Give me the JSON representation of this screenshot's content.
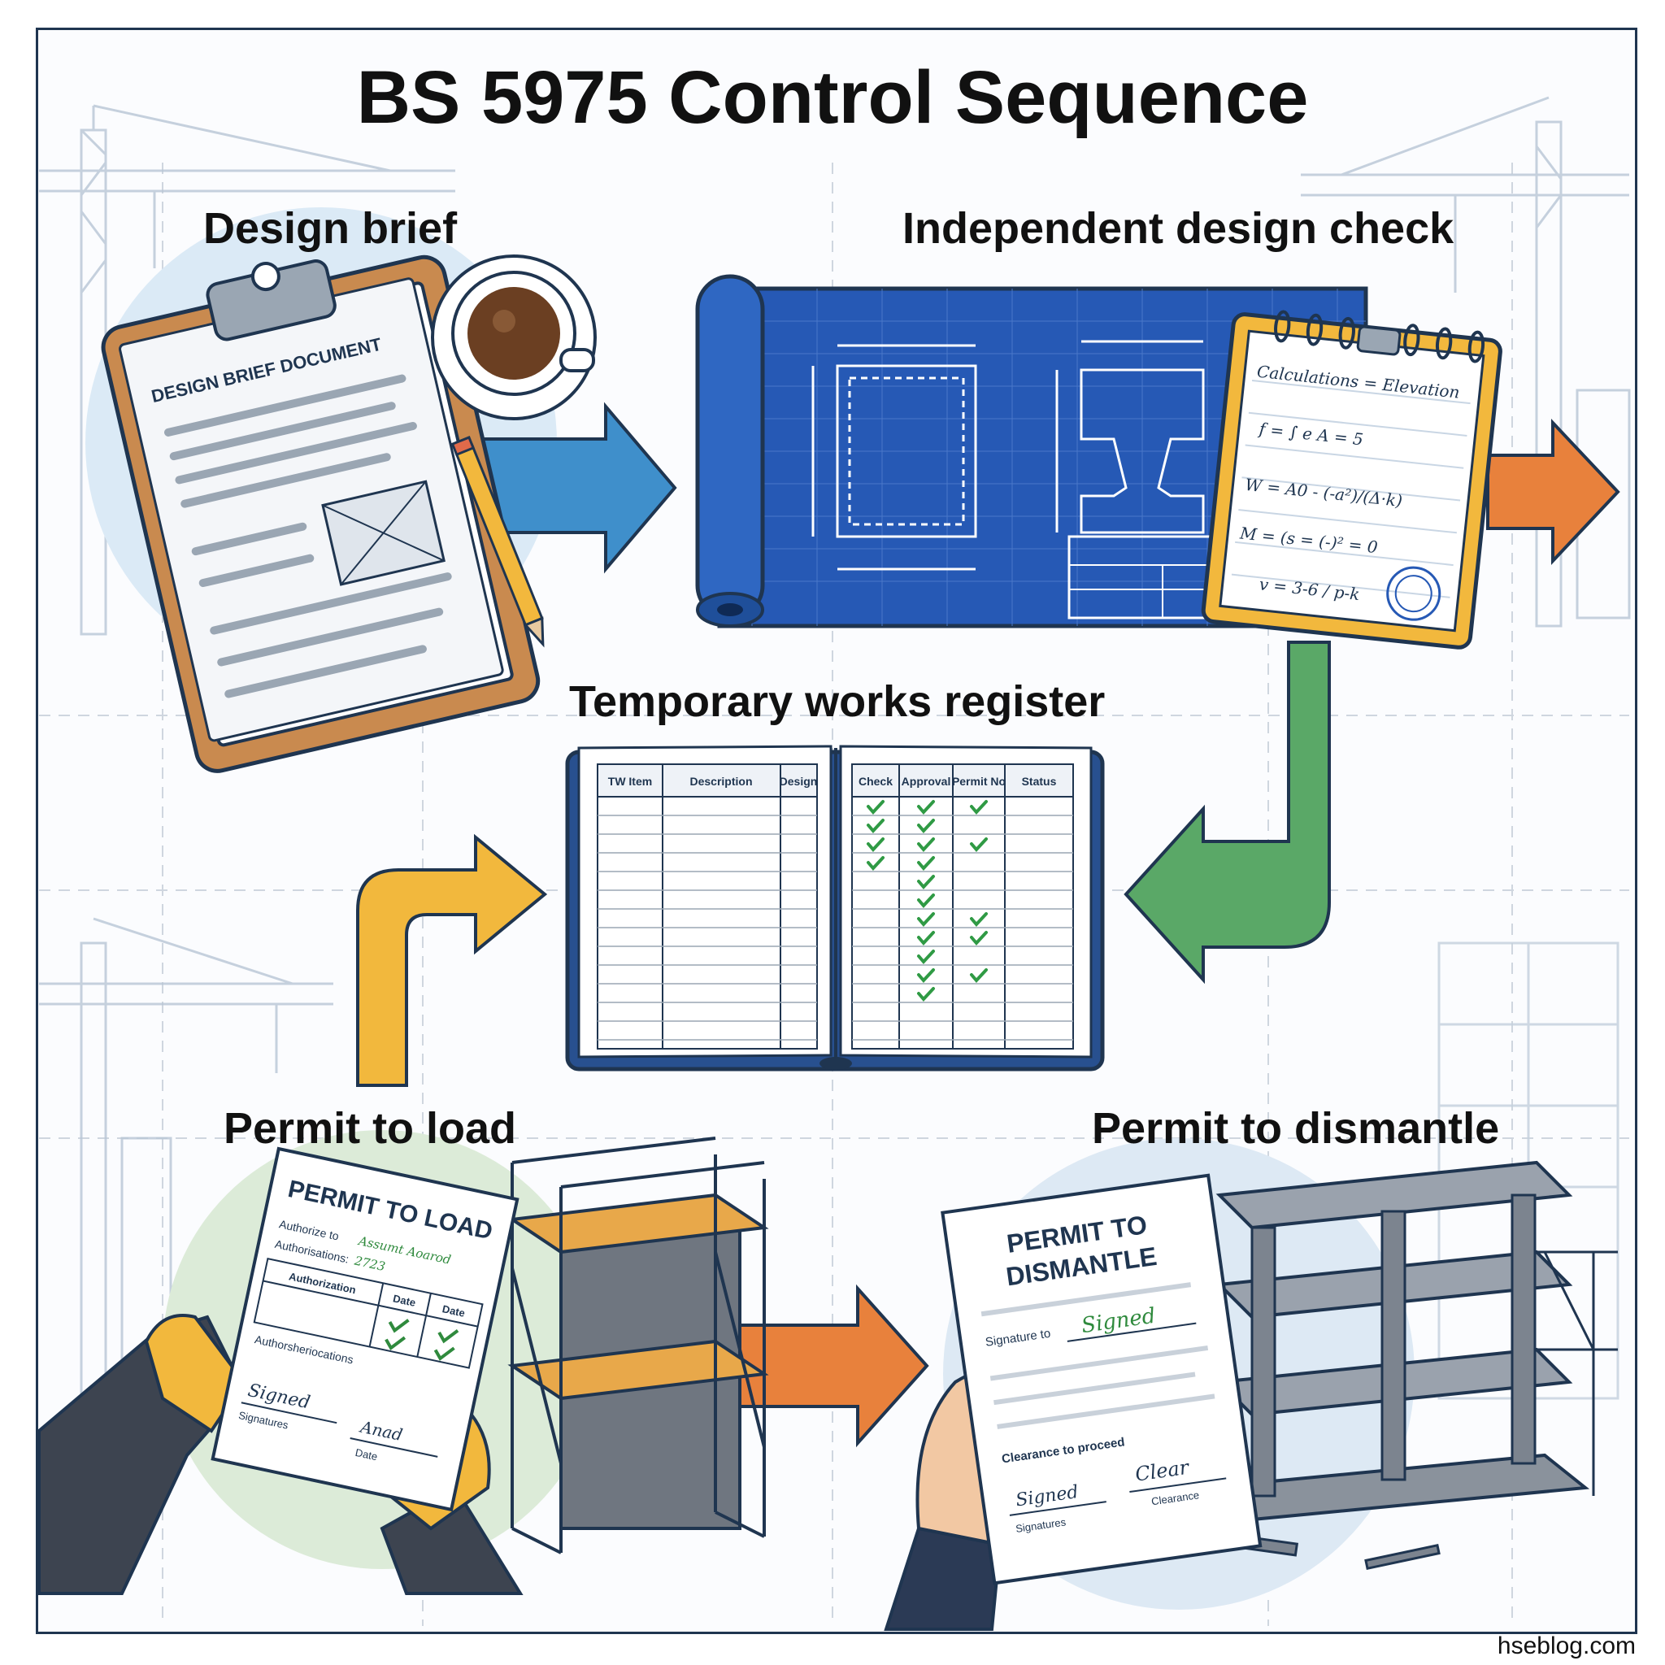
{
  "title": "BS 5975 Control Sequence",
  "steps": {
    "design_brief": "Design brief",
    "design_check": "Independent design check",
    "register": "Temporary works register",
    "permit_load": "Permit to load",
    "permit_dismantle": "Permit to dismantle"
  },
  "design_doc": {
    "heading": "DESIGN BRIEF DOCUMENT"
  },
  "notepad": {
    "line1": "Calculations = Elevation",
    "line2": "f = ∫ e A = 5",
    "line3": "W = A0 - (-a²)/(Δ·k)",
    "line4": "M = (s = (-)² = 0",
    "line5": "v = 3-6 / p-k"
  },
  "register_table": {
    "left_headers": [
      "TW Item",
      "Description",
      "Design"
    ],
    "right_headers": [
      "Check",
      "Approval",
      "Permit No",
      "Status"
    ],
    "check_ticks": [
      1,
      1,
      1,
      1,
      0,
      0,
      0,
      0,
      0,
      0,
      0
    ],
    "approval_ticks": [
      1,
      1,
      1,
      1,
      1,
      1,
      1,
      1,
      1,
      1,
      1
    ],
    "permit_ticks": [
      1,
      0,
      1,
      0,
      0,
      0,
      1,
      1,
      0,
      1,
      0
    ]
  },
  "permit_load_doc": {
    "heading": "PERMIT TO LOAD",
    "authorize_label": "Authorize to",
    "authorize_value": "Assumt Aoarod",
    "authorisations_label": "Authorisations:",
    "authorisations_value": "2723",
    "table_headers": [
      "Authorization",
      "Date",
      "Date"
    ],
    "subheading": "Authorsheriocations",
    "sign1_label": "Signatures",
    "sign2_label": "Date",
    "sign1": "Signed",
    "sign2": "Anad"
  },
  "permit_dismantle_doc": {
    "heading_line1": "PERMIT TO",
    "heading_line2": "DISMANTLE",
    "signature_label": "Signature to",
    "signature_value": "Signed",
    "clearance_label": "Clearance to proceed",
    "sign1_label": "Signatures",
    "sign2_label": "Clearance",
    "sign1": "Signed",
    "sign2": "Clear"
  },
  "footer": "hseblog.com",
  "colors": {
    "arrow_blue": "#3f8fcb",
    "arrow_orange": "#e8813c",
    "arrow_green": "#5aa867",
    "arrow_yellow": "#f2b83d",
    "blueprint": "#2659b5"
  }
}
